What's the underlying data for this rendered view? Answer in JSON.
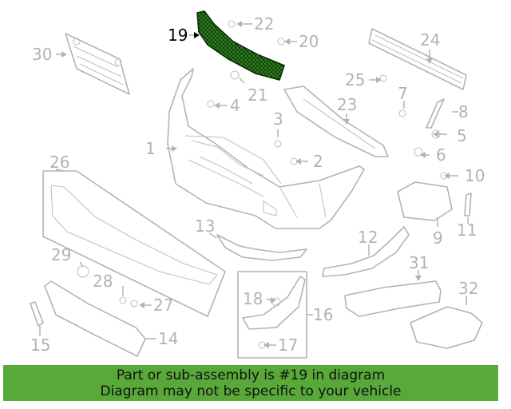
{
  "callouts": [
    {
      "n": "1"
    },
    {
      "n": "2"
    },
    {
      "n": "3"
    },
    {
      "n": "4"
    },
    {
      "n": "5"
    },
    {
      "n": "6"
    },
    {
      "n": "7"
    },
    {
      "n": "8"
    },
    {
      "n": "9"
    },
    {
      "n": "10"
    },
    {
      "n": "11"
    },
    {
      "n": "12"
    },
    {
      "n": "13"
    },
    {
      "n": "14"
    },
    {
      "n": "15"
    },
    {
      "n": "16"
    },
    {
      "n": "17"
    },
    {
      "n": "18"
    },
    {
      "n": "19"
    },
    {
      "n": "20"
    },
    {
      "n": "21"
    },
    {
      "n": "22"
    },
    {
      "n": "23"
    },
    {
      "n": "24"
    },
    {
      "n": "25"
    },
    {
      "n": "26"
    },
    {
      "n": "27"
    },
    {
      "n": "28"
    },
    {
      "n": "29"
    },
    {
      "n": "30"
    },
    {
      "n": "31"
    },
    {
      "n": "32"
    }
  ],
  "highlighted_part": "19",
  "colors": {
    "banner": "#58a83a",
    "highlight_fill": "#2f8a1f",
    "parts_gray": "#b3b3b3"
  },
  "banner": {
    "line1": "Part or sub-assembly is #19 in diagram",
    "line2": "Diagram may not be specific to your vehicle"
  }
}
